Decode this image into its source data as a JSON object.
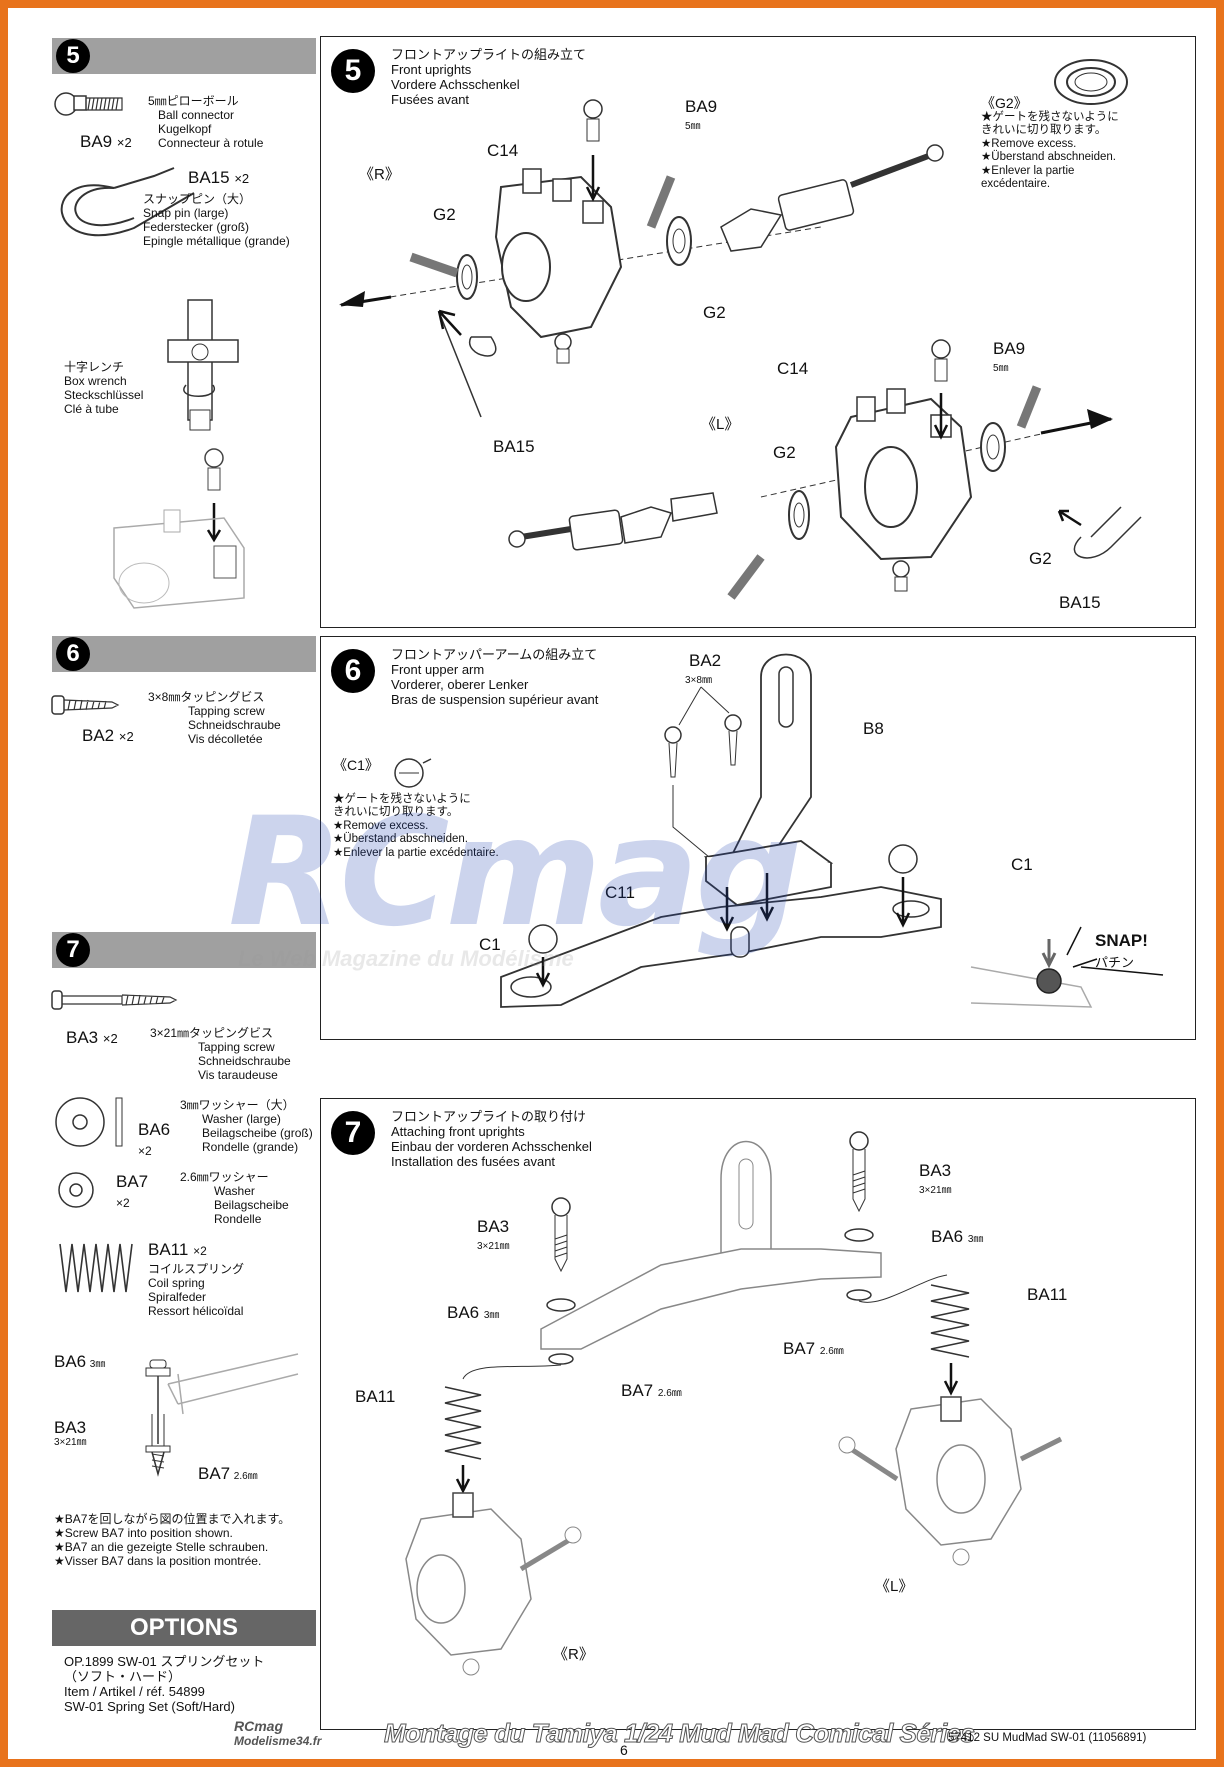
{
  "sidebar": {
    "s5": {
      "num": "5",
      "ba9_jp": "5㎜ピローボール",
      "ba9_en": "Ball connector",
      "ba9_de": "Kugelkopf",
      "ba9_fr": "Connecteur à rotule",
      "ba9_code": "BA9",
      "ba9_qty": "×2",
      "ba15_code": "BA15",
      "ba15_qty": "×2",
      "ba15_jp": "スナップピン（大）",
      "ba15_en": "Snap pin (large)",
      "ba15_de": "Federstecker (groß)",
      "ba15_fr": "Epingle métallique (grande)",
      "wrench_jp": "十字レンチ",
      "wrench_en": "Box wrench",
      "wrench_de": "Steckschlüssel",
      "wrench_fr": "Clé à tube"
    },
    "s6": {
      "num": "6",
      "ba2_jp": "3×8㎜タッピングビス",
      "ba2_en": "Tapping screw",
      "ba2_de": "Schneidschraube",
      "ba2_fr": "Vis décolletée",
      "ba2_code": "BA2",
      "ba2_qty": "×2"
    },
    "s7": {
      "num": "7",
      "ba3_code": "BA3",
      "ba3_qty": "×2",
      "ba3_jp": "3×21㎜タッピングビス",
      "ba3_en": "Tapping screw",
      "ba3_de": "Schneidschraube",
      "ba3_fr": "Vis taraudeuse",
      "ba6_code": "BA6",
      "ba6_qty": "×2",
      "ba6_jp": "3㎜ワッシャー（大）",
      "ba6_en": "Washer (large)",
      "ba6_de": "Beilagscheibe (groß)",
      "ba6_fr": "Rondelle (grande)",
      "ba7_code": "BA7",
      "ba7_qty": "×2",
      "ba7_jp": "2.6㎜ワッシャー",
      "ba7_en": "Washer",
      "ba7_de": "Beilagscheibe",
      "ba7_fr": "Rondelle",
      "ba11_code": "BA11",
      "ba11_qty": "×2",
      "ba11_jp": "コイルスプリング",
      "ba11_en": "Coil spring",
      "ba11_de": "Spiralfeder",
      "ba11_fr": "Ressort hélicoïdal",
      "diag_ba6": "BA6",
      "diag_ba6_size": "3㎜",
      "diag_ba3": "BA3",
      "diag_ba3_size": "3×21㎜",
      "diag_ba7": "BA7",
      "diag_ba7_size": "2.6㎜",
      "note_jp": "★BA7を回しながら図の位置まで入れます。",
      "note_en": "★Screw BA7 into position shown.",
      "note_de": "★BA7 an die gezeigte Stelle schrauben.",
      "note_fr": "★Visser BA7 dans la position montrée."
    },
    "options": {
      "title": "OPTIONS",
      "line1": "OP.1899  SW-01 スプリングセット",
      "line2": "（ソフト・ハード）",
      "line3": "Item / Artikel / réf. 54899",
      "line4": "SW-01 Spring Set (Soft/Hard)"
    }
  },
  "panel5": {
    "num": "5",
    "title_jp": "フロントアップライトの組み立て",
    "title_en": "Front uprights",
    "title_de": "Vordere Achsschenkel",
    "title_fr": "Fusées avant",
    "g2_note_title": "《G2》",
    "g2_note_jp1": "★ゲートを残さないように",
    "g2_note_jp2": "きれいに切り取ります。",
    "g2_note_en": "★Remove excess.",
    "g2_note_de": "★Überstand abschneiden.",
    "g2_note_fr1": "★Enlever la partie",
    "g2_note_fr2": "excédentaire.",
    "r": "《R》",
    "l": "《L》",
    "c14": "C14",
    "g2": "G2",
    "ba9": "BA9",
    "mm5": "5㎜",
    "ba15": "BA15"
  },
  "panel6": {
    "num": "6",
    "title_jp": "フロントアッパーアームの組み立て",
    "title_en": "Front upper arm",
    "title_de": "Vorderer, oberer Lenker",
    "title_fr": "Bras de suspension supérieur avant",
    "c1_title": "《C1》",
    "c1_jp1": "★ゲートを残さないように",
    "c1_jp2": "きれいに切り取ります。",
    "c1_en": "★Remove excess.",
    "c1_de": "★Überstand abschneiden.",
    "c1_fr": "★Enlever la partie excédentaire.",
    "ba2": "BA2",
    "ba2_size": "3×8㎜",
    "b8": "B8",
    "c1": "C1",
    "c11": "C11",
    "snap": "SNAP!",
    "snap_jp": "パチン"
  },
  "panel7": {
    "num": "7",
    "title_jp": "フロントアップライトの取り付け",
    "title_en": "Attaching front uprights",
    "title_de": "Einbau der vorderen Achsschenkel",
    "title_fr": "Installation des fusées avant",
    "ba3": "BA3",
    "ba3_size": "3×21㎜",
    "ba6": "BA6",
    "mm3": "3㎜",
    "ba7": "BA7",
    "mm26": "2.6㎜",
    "ba11": "BA11",
    "r": "《R》",
    "l": "《L》"
  },
  "watermark": {
    "logo": "RCmag",
    "tagline": "Le Web Magazine du Modélisme"
  },
  "footer": {
    "site1": "RCmag",
    "site2": "Modelisme34.fr",
    "banner": "Montage du Tamiya 1/24 Mud Mad Comical Séries",
    "page": "6",
    "code": "57412 SU MudMad SW-01 (11056891)"
  }
}
